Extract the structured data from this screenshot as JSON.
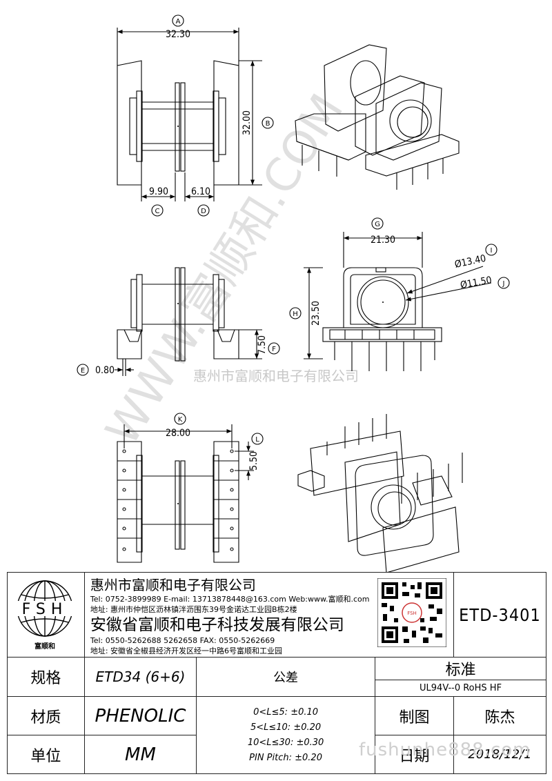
{
  "labels": {
    "A": "A",
    "B": "B",
    "C": "C",
    "D": "D",
    "E": "E",
    "F": "F",
    "G": "G",
    "H": "H",
    "I": "I",
    "J": "J",
    "K": "K",
    "L": "L"
  },
  "dimensions": {
    "A": "32.30",
    "B": "32.00",
    "C": "9.90",
    "D": "6.10",
    "E": "0.80",
    "F": "7.50",
    "G": "21.30",
    "H": "23.50",
    "I": "Ø13.40",
    "J": "Ø11.50",
    "K": "28.00",
    "L": "5.50"
  },
  "watermark": {
    "diagonal": "WWW.富顺和.COM",
    "center": "惠州市富顺和电子有限公司",
    "corner": "fushunhe888.com"
  },
  "logo": {
    "letters": "FSH",
    "name": "富顺和",
    "qr_text": "FSH"
  },
  "company1": {
    "name": "惠州市富顺和电子有限公司",
    "contact": "Tel:  0752-3899989  E-mail: 13713878448@163.com  Web:www.富顺和.com",
    "address": "地址: 惠州市仲恺区沥林镇泮沥围东39号金诺达工业园B栋2楼"
  },
  "company2": {
    "name": "安徽省富顺和电子科技发展有限公司",
    "contact": "Tel:   0550-5262688  5262658      FAX:  0550-5262669",
    "address": "地址: 安徽省全椒县经济开发区经一中路6号富顺和工业园"
  },
  "part_number": "ETD-3401",
  "table": {
    "spec_label": "规格",
    "spec_value": "ETD34 (6+6)",
    "tolerance_label": "公差",
    "standard_label": "标准",
    "standard_value": "UL94V--0  RoHS HF",
    "material_label": "材质",
    "material_value": "PHENOLIC",
    "tolerances": [
      "0<L≤5: ±0.10",
      "5<L≤10: ±0.20",
      "10<L≤30: ±0.30",
      "PIN Pitch: ±0.20"
    ],
    "drawn_label": "制图",
    "drawn_value": "陈杰",
    "unit_label": "单位",
    "unit_value": "MM",
    "date_label": "日期",
    "date_value": "2018/12/1"
  }
}
